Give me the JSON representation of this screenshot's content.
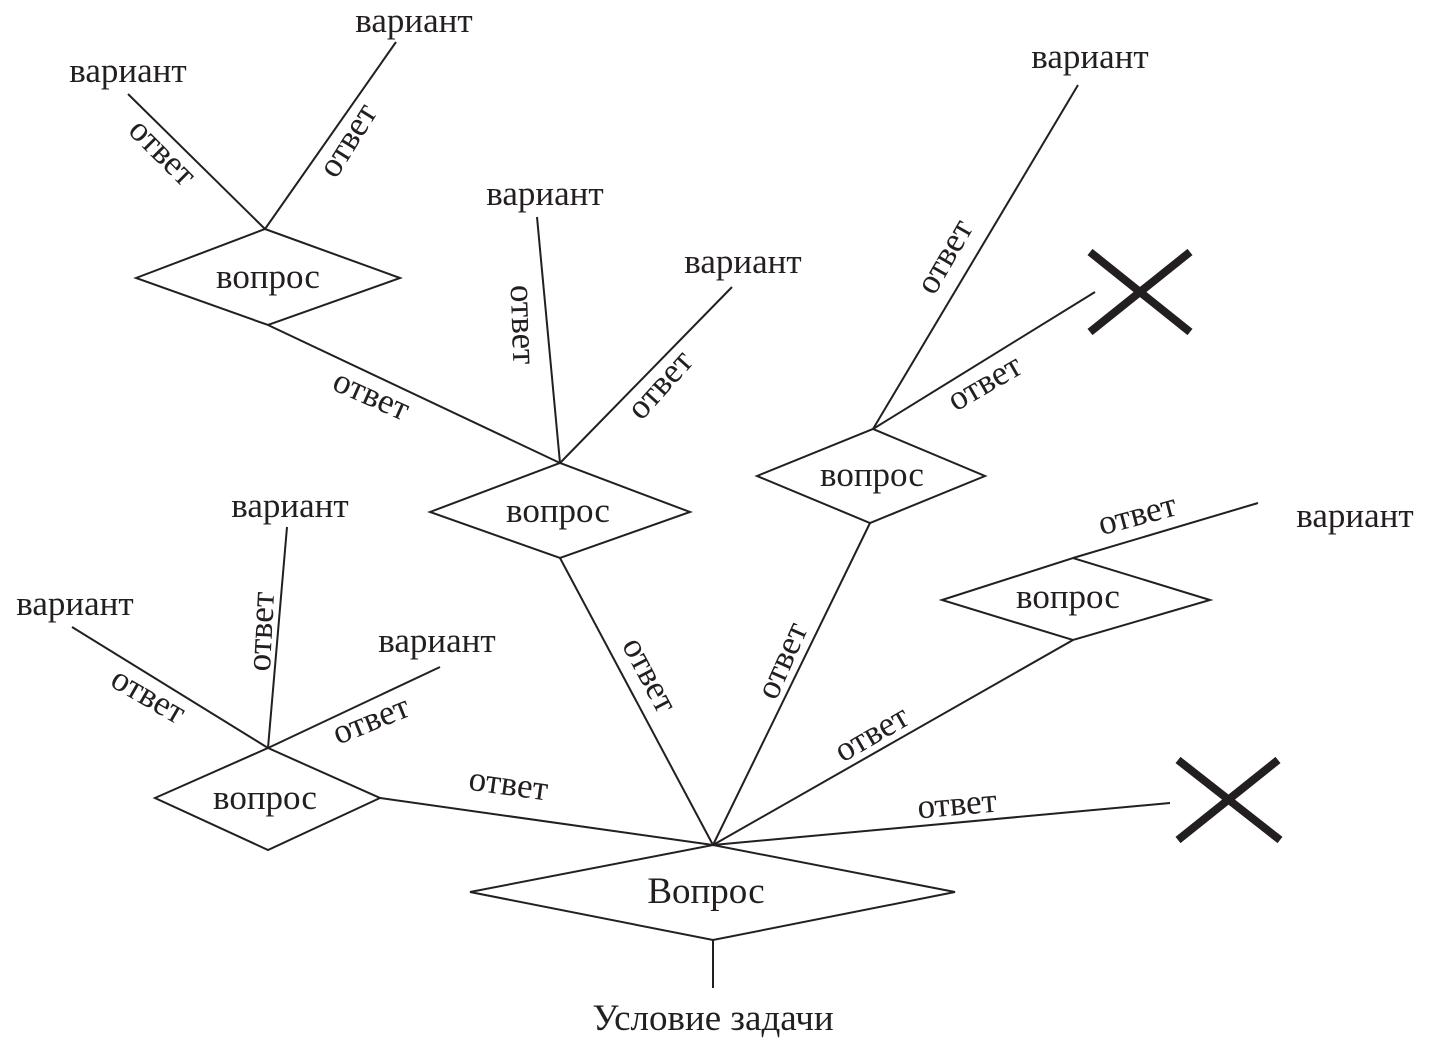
{
  "root": {
    "question": "Вопрос",
    "condition": "Условие задачи"
  },
  "labels": {
    "question": "вопрос",
    "answer": "ответ",
    "variant": "вариант"
  },
  "legend": {
    "dead_end_icon": "x-mark-icon"
  },
  "color": "#231f20"
}
